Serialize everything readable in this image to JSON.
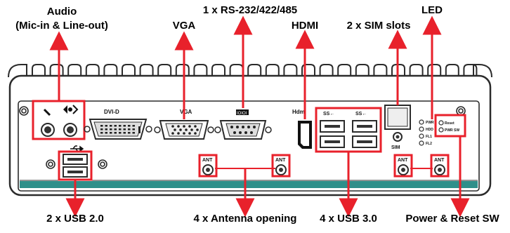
{
  "callouts": {
    "audio_line1": "Audio",
    "audio_line2": "(Mic-in & Line-out)",
    "vga": "VGA",
    "serial": "1 x RS-232/422/485",
    "hdmi": "HDMI",
    "sim": "2 x SIM slots",
    "led": "LED",
    "usb2": "2 x USB 2.0",
    "antenna": "4 x Antenna opening",
    "usb3": "4 x USB 3.0",
    "power_reset": "Power & Reset SW"
  },
  "panel_labels": {
    "dvi": "DVI-D",
    "vga": "VGA",
    "serial": "IOIOI",
    "hdmi": "Hdmi",
    "usb3_a": "SS←",
    "usb3_b": "SS←",
    "sim": "SIM",
    "ant_1": "ANT",
    "ant_2": "ANT",
    "ant_3": "ANT",
    "ant_4": "ANT",
    "led_pwr": "PWR",
    "led_hdd": "HDD",
    "led_fl1": "FL1",
    "led_fl2": "FL2",
    "reset": "Reset",
    "pwr_sw": "PWR SW"
  },
  "colors": {
    "arrow": "#e8212b",
    "highlight_box": "#e8212b",
    "chassis_stroke": "#2b2b2b",
    "chassis_fill": "#ffffff",
    "bottom_strip": "#2f8f8a"
  },
  "icons": {
    "mic": "microphone-icon",
    "lineout": "speaker-out-icon",
    "usb": "usb-trident-icon"
  }
}
